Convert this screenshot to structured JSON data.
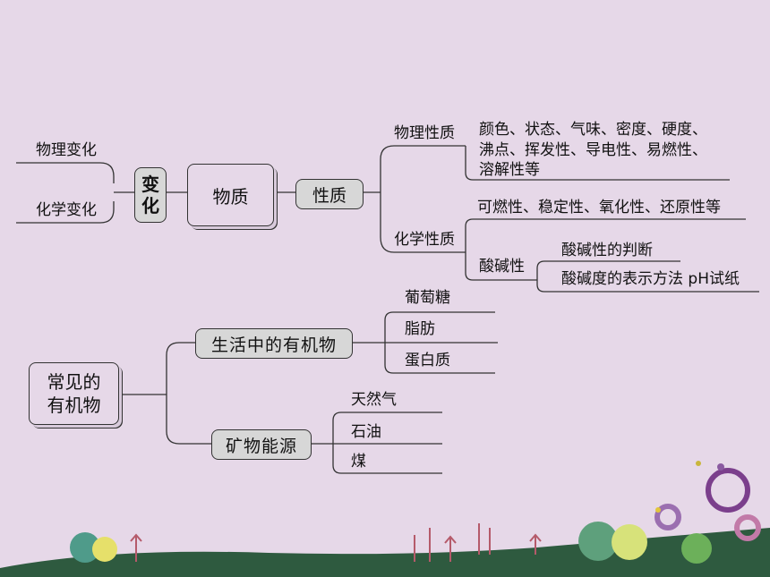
{
  "left_branch": {
    "physical_change": "物理变化",
    "chemical_change": "化学变化",
    "change_box": "变\n化"
  },
  "matter": {
    "label": "物质",
    "properties": "性质",
    "physical_properties": {
      "label": "物理性质",
      "text_lines": [
        "颜色、状态、气味、密度、硬度、",
        "沸点、挥发性、导电性、易燃性、",
        "溶解性等"
      ]
    },
    "chemical_properties": {
      "label": "化学性质",
      "items": "可燃性、稳定性、氧化性、还原性等",
      "acid_base": {
        "label": "酸碱性",
        "judge": "酸碱性的判断",
        "degree": "酸碱度的表示方法  pH试纸"
      }
    }
  },
  "organics": {
    "title_lines": [
      "常见的",
      "有机物"
    ],
    "life": {
      "label": "生活中的有机物",
      "items": [
        "葡萄糖",
        "脂肪",
        "蛋白质"
      ]
    },
    "energy": {
      "label": "矿物能源",
      "items": [
        "天然气",
        "石油",
        "煤"
      ]
    }
  },
  "colors": {
    "background": "#e6d8e8",
    "pill_fill": "#d7d7d7",
    "ground": "#2e5a3f",
    "accent_purple": "#7b3f8c"
  }
}
